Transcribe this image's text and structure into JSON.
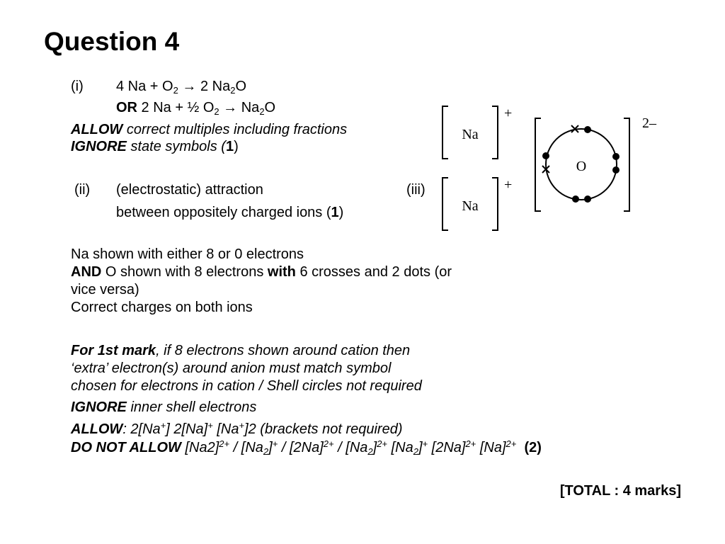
{
  "title": "Question 4",
  "part_i": {
    "label": "(i)",
    "eq1": {
      "a": "4 Na + O",
      "a_sub": "2",
      "b": " → 2 Na",
      "b_sub": "2",
      "c": "O"
    },
    "eq2": {
      "or": "OR",
      "a": " 2 Na + ½ O",
      "a_sub": "2",
      "b": " → Na",
      "b_sub": "2",
      "c": "O"
    },
    "allow_kw": "ALLOW",
    "allow_text": " correct multiples including fractions",
    "ignore_kw": "IGNORE",
    "ignore_text": " state symbols (",
    "mark": "1",
    "close": ")"
  },
  "part_ii": {
    "label": "(ii)",
    "line1": "(electrostatic) attraction",
    "line2": "between oppositely charged ions (",
    "mark": "1",
    "close": ")"
  },
  "part_iii": {
    "label": "(iii)",
    "na_label": "Na",
    "na_charge": "+",
    "o_label": "O",
    "o_charge": "2–"
  },
  "scheme": {
    "line1": "Na shown with either 8 or 0 electrons",
    "and_kw": "AND",
    "line2a": " O shown with 8 electrons ",
    "with_kw": "with",
    "line2b": " 6 crosses and 2 dots (or",
    "line3": "vice versa)",
    "line4": "Correct charges on both ions"
  },
  "notes": {
    "first_mark_kw": "For 1st mark",
    "first_mark_text": ", if 8 electrons shown around cation then",
    "line2": "‘extra’ electron(s) around anion must match symbol",
    "line3": "chosen for electrons in cation / Shell circles not required",
    "ignore_kw": "IGNORE",
    "ignore_text": " inner shell electrons",
    "allow_kw": "ALLOW",
    "allow_parts": [
      ": 2[Na",
      "+",
      "] 2[Na]",
      "+",
      " [Na",
      "+",
      "]2 (brackets not required)"
    ],
    "dna_kw": "DO NOT ALLOW",
    "dna_parts": [
      " [Na2]",
      "2+",
      " / [Na",
      "2",
      "]",
      "+",
      " / [2Na]",
      "2+",
      " / [Na",
      "2",
      "]",
      "2+",
      " [Na",
      "2",
      "]",
      "+",
      " [2Na]",
      "2+",
      " [Na]",
      "2+"
    ],
    "mark": "(2)"
  },
  "total": "[TOTAL : 4 marks]"
}
